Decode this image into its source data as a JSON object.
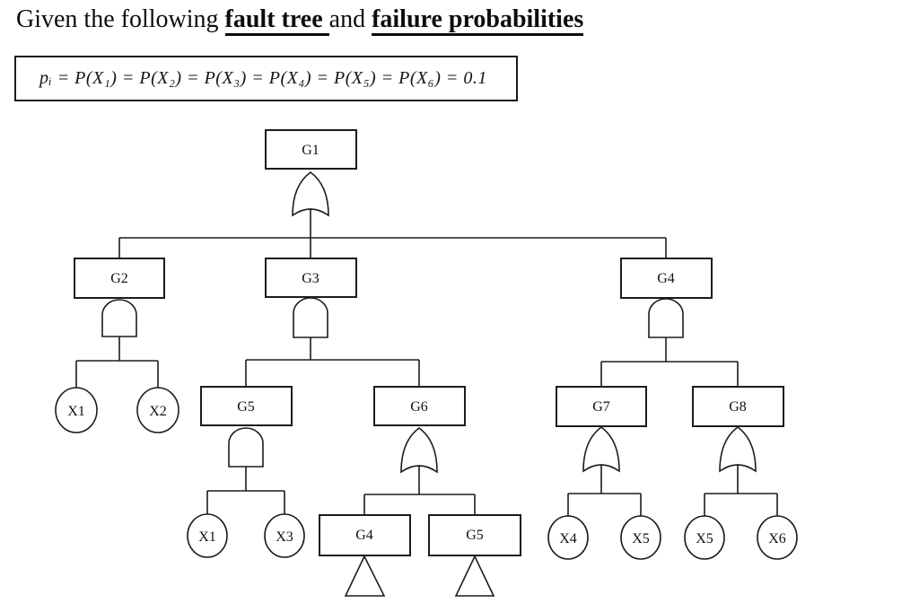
{
  "title": {
    "lead": "Given the following ",
    "term1": "fault tree",
    "mid": "and ",
    "term2": "failure probabilities"
  },
  "formula": {
    "text": "pᵢ = P(X₁) = P(X₂) = P(X₃) = P(X₄) = P(X₅) = P(X₆) = 0.1",
    "probability_value": "0.1"
  },
  "colors": {
    "line": "#1c1c1c",
    "background": "#ffffff"
  },
  "tree": {
    "nodes": {
      "g1": {
        "label": "G1",
        "gate": "OR"
      },
      "g2": {
        "label": "G2",
        "gate": "AND"
      },
      "g3": {
        "label": "G3",
        "gate": "AND"
      },
      "g4": {
        "label": "G4",
        "gate": "AND"
      },
      "g5": {
        "label": "G5",
        "gate": "AND"
      },
      "g6": {
        "label": "G6",
        "gate": "OR"
      },
      "g7": {
        "label": "G7",
        "gate": "OR"
      },
      "g8": {
        "label": "G8",
        "gate": "OR"
      },
      "g4_transfer": {
        "label": "G4",
        "symbol": "transfer-triangle"
      },
      "g5_transfer": {
        "label": "G5",
        "symbol": "transfer-triangle"
      },
      "x1_under_g2": {
        "label": "X1"
      },
      "x2_under_g2": {
        "label": "X2"
      },
      "x1_under_g5": {
        "label": "X1"
      },
      "x3_under_g5": {
        "label": "X3"
      },
      "x4_under_g7": {
        "label": "X4"
      },
      "x5_under_g7": {
        "label": "X5"
      },
      "x5_under_g8": {
        "label": "X5"
      },
      "x6_under_g8": {
        "label": "X6"
      }
    },
    "structure": {
      "G1": {
        "gate": "OR",
        "children": [
          "G2",
          "G3",
          "G4"
        ]
      },
      "G2": {
        "gate": "AND",
        "children": [
          "X1",
          "X2"
        ]
      },
      "G3": {
        "gate": "AND",
        "children": [
          "G5",
          "G6"
        ]
      },
      "G4": {
        "gate": "AND",
        "children": [
          "G7",
          "G8"
        ]
      },
      "G5": {
        "gate": "AND",
        "children": [
          "X1",
          "X3"
        ]
      },
      "G6": {
        "gate": "OR",
        "children": [
          "G4-transfer",
          "G5-transfer"
        ]
      },
      "G7": {
        "gate": "OR",
        "children": [
          "X4",
          "X5"
        ]
      },
      "G8": {
        "gate": "OR",
        "children": [
          "X5",
          "X6"
        ]
      }
    }
  }
}
